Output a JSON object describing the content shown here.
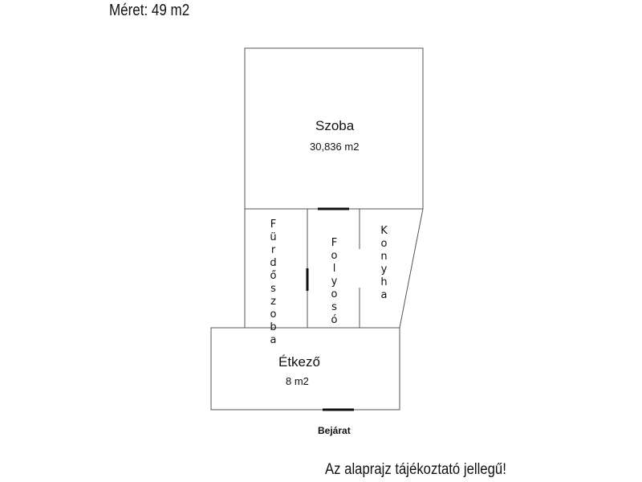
{
  "header": {
    "size_label": "Méret: 49 m2"
  },
  "rooms": {
    "szoba": {
      "name": "Szoba",
      "area": "30,836 m2"
    },
    "furdoszoba": {
      "name": "Fürdőszoba"
    },
    "folyoso": {
      "name": "Folyosó"
    },
    "konyha": {
      "name": "Konyha"
    },
    "etkezo": {
      "name": "Étkező",
      "area": "8 m2"
    }
  },
  "entrance": {
    "label": "Bejárat"
  },
  "footer": {
    "disclaimer": "Az alaprajz tájékoztató jellegű!"
  }
}
